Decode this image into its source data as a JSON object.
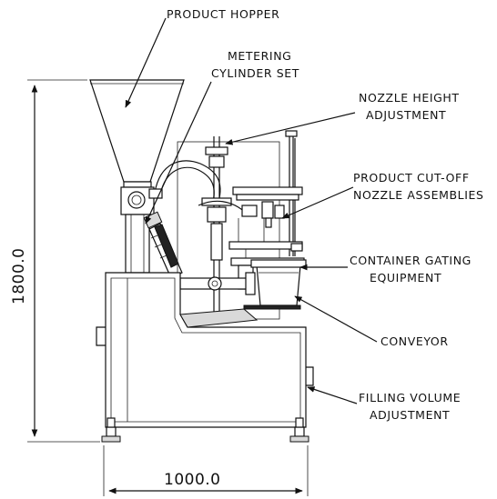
{
  "labels": {
    "product_hopper": "PRODUCT HOPPER",
    "metering_line1": "METERING",
    "metering_line2": "CYLINDER SET",
    "nozzle_height_line1": "NOZZLE HEIGHT",
    "nozzle_height_line2": "ADJUSTMENT",
    "cutoff_line1": "PRODUCT CUT-OFF",
    "cutoff_line2": "NOZZLE ASSEMBLIES",
    "gating_line1": "CONTAINER GATING",
    "gating_line2": "EQUIPMENT",
    "conveyor": "CONVEYOR",
    "filling_line1": "FILLING VOLUME",
    "filling_line2": "ADJUSTMENT"
  },
  "dimensions": {
    "height": "1800.0",
    "width": "1000.0"
  }
}
